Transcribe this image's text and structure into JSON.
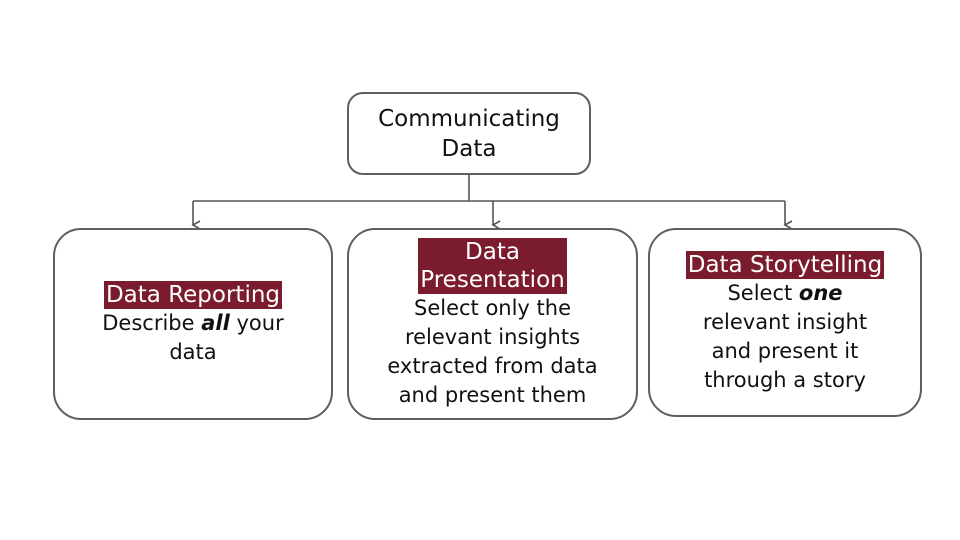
{
  "root": {
    "lines": [
      "Communicating",
      "Data"
    ]
  },
  "nodes": [
    {
      "title_lines": [
        "Data Reporting"
      ],
      "desc_lines": [
        {
          "before": "Describe ",
          "em": "all",
          "after": " your"
        },
        {
          "before": "data",
          "em": "",
          "after": ""
        }
      ]
    },
    {
      "title_lines": [
        "Data",
        "Presentation"
      ],
      "desc_lines": [
        {
          "before": "Select only the",
          "em": "",
          "after": ""
        },
        {
          "before": "relevant insights",
          "em": "",
          "after": ""
        },
        {
          "before": "extracted from data",
          "em": "",
          "after": ""
        },
        {
          "before": "and present them",
          "em": "",
          "after": ""
        }
      ]
    },
    {
      "title_lines": [
        "Data Storytelling"
      ],
      "desc_lines": [
        {
          "before": "Select ",
          "em": "one",
          "after": ""
        },
        {
          "before": "relevant insight",
          "em": "",
          "after": ""
        },
        {
          "before": "and present it",
          "em": "",
          "after": ""
        },
        {
          "before": "through a story",
          "em": "",
          "after": ""
        }
      ]
    }
  ],
  "colors": {
    "title_background": "#7b1c2e",
    "title_text": "#ffffff",
    "border": "#5f5f5f",
    "connector": "#555555"
  }
}
